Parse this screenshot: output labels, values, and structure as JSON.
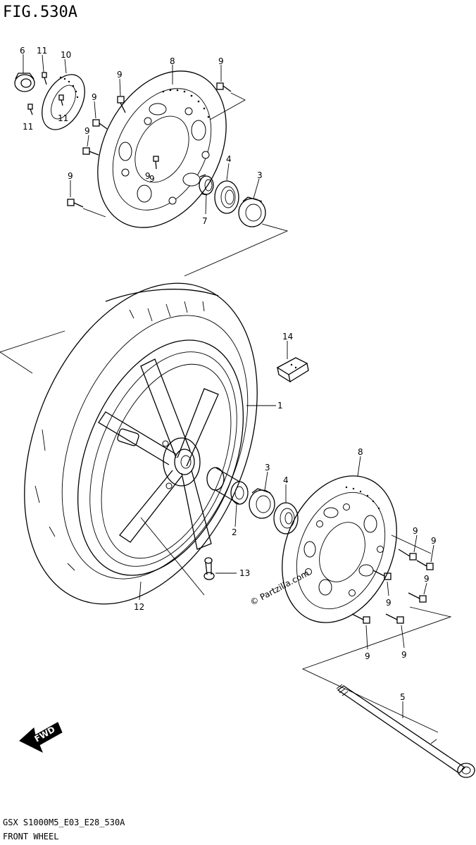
{
  "figure": {
    "title": "FIG.530A",
    "model_code": "GSX S1000M5_E03_E28_530A",
    "section_name": "FRONT WHEEL",
    "watermark": "© Partzilla.com",
    "fwd_label": "FWD"
  },
  "callouts": [
    {
      "id": "c6",
      "label": "6"
    },
    {
      "id": "c11a",
      "label": "11"
    },
    {
      "id": "c10",
      "label": "10"
    },
    {
      "id": "c11b",
      "label": "11"
    },
    {
      "id": "c11c",
      "label": "11"
    },
    {
      "id": "c8a",
      "label": "8"
    },
    {
      "id": "c9a",
      "label": "9"
    },
    {
      "id": "c9b",
      "label": "9"
    },
    {
      "id": "c9c",
      "label": "9"
    },
    {
      "id": "c9d",
      "label": "9"
    },
    {
      "id": "c9e",
      "label": "9"
    },
    {
      "id": "c9f",
      "label": "9"
    },
    {
      "id": "c9g",
      "label": "9"
    },
    {
      "id": "c4a",
      "label": "4"
    },
    {
      "id": "c3a",
      "label": "3"
    },
    {
      "id": "c7",
      "label": "7"
    },
    {
      "id": "c14",
      "label": "14"
    },
    {
      "id": "c1",
      "label": "1"
    },
    {
      "id": "c8b",
      "label": "8"
    },
    {
      "id": "c3b",
      "label": "3"
    },
    {
      "id": "c4b",
      "label": "4"
    },
    {
      "id": "c2",
      "label": "2"
    },
    {
      "id": "c13",
      "label": "13"
    },
    {
      "id": "c12",
      "label": "12"
    },
    {
      "id": "c9h",
      "label": "9"
    },
    {
      "id": "c9i",
      "label": "9"
    },
    {
      "id": "c9j",
      "label": "9"
    },
    {
      "id": "c9k",
      "label": "9"
    },
    {
      "id": "c9l",
      "label": "9"
    },
    {
      "id": "c9m",
      "label": "9"
    },
    {
      "id": "c5",
      "label": "5"
    }
  ]
}
